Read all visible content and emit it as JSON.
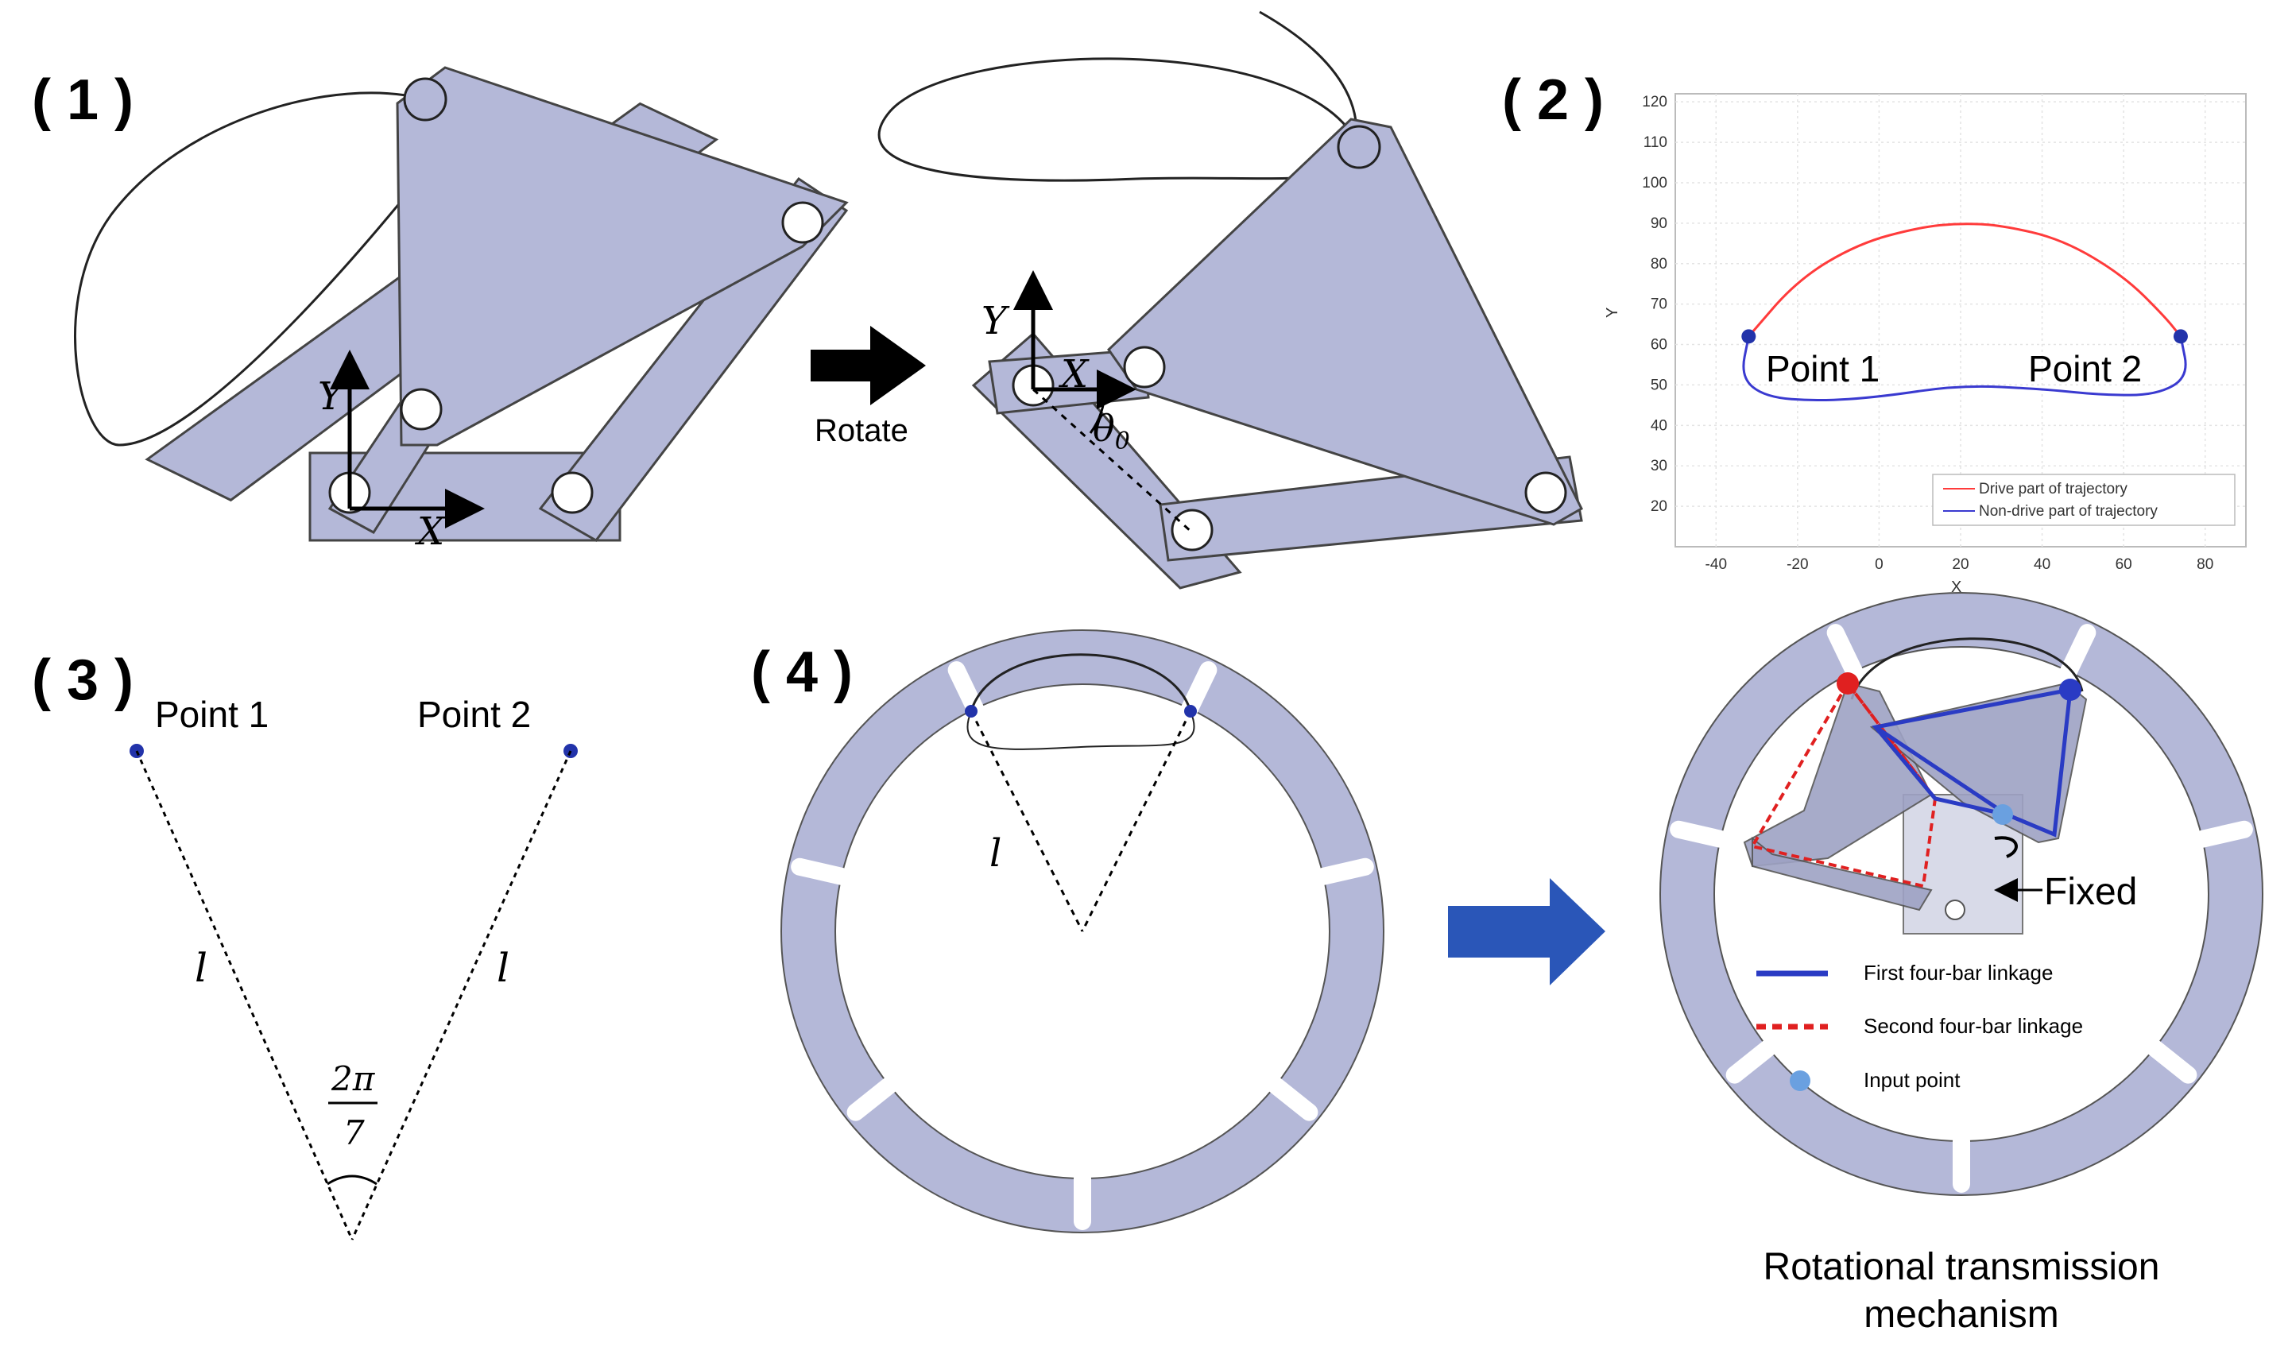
{
  "panels": {
    "p1": {
      "label": "( 1 )",
      "x_axis": "X",
      "y_axis": "Y",
      "arrow_text": "Rotate",
      "angle_label": "θ",
      "angle_sub": "0"
    },
    "p2": {
      "label": "( 2 )",
      "point1": "Point 1",
      "point2": "Point 2"
    },
    "p3": {
      "label": "( 3 )",
      "point1": "Point 1",
      "point2": "Point 2",
      "length": "l",
      "angle_num": "2π",
      "angle_den": "7"
    },
    "p4": {
      "label": "( 4 )",
      "length": "l",
      "fixed": "Fixed",
      "legend": [
        "First four-bar linkage",
        "Second four-bar linkage",
        "Input point"
      ],
      "caption_line1": "Rotational transmission",
      "caption_line2": "mechanism"
    }
  },
  "chart_data": {
    "type": "line",
    "xlabel": "X",
    "ylabel": "Y",
    "xlim": [
      -50,
      90
    ],
    "ylim": [
      10,
      122
    ],
    "xticks": [
      -40,
      -20,
      0,
      20,
      40,
      60,
      80
    ],
    "yticks": [
      20,
      30,
      40,
      50,
      60,
      70,
      80,
      90,
      100,
      110,
      120
    ],
    "grid": true,
    "legend_position": "bottom-right",
    "series": [
      {
        "name": "Drive part of trajectory",
        "color": "#ff3b3b",
        "x": [
          -32,
          -20,
          -5,
          10,
          20,
          30,
          45,
          60,
          70,
          74
        ],
        "y": [
          62,
          76,
          85,
          89,
          90,
          89.5,
          86,
          77,
          67,
          62
        ]
      },
      {
        "name": "Non-drive part of trajectory",
        "color": "#3a3ad0",
        "x": [
          -32,
          -34,
          -28,
          -15,
          0,
          20,
          40,
          55,
          68,
          76,
          74
        ],
        "y": [
          62,
          52,
          47,
          46,
          47,
          50,
          49,
          47.5,
          47.5,
          52,
          62
        ]
      }
    ],
    "points": [
      {
        "label": "Point 1",
        "x": -32,
        "y": 62
      },
      {
        "label": "Point 2",
        "x": 74,
        "y": 62
      }
    ]
  }
}
